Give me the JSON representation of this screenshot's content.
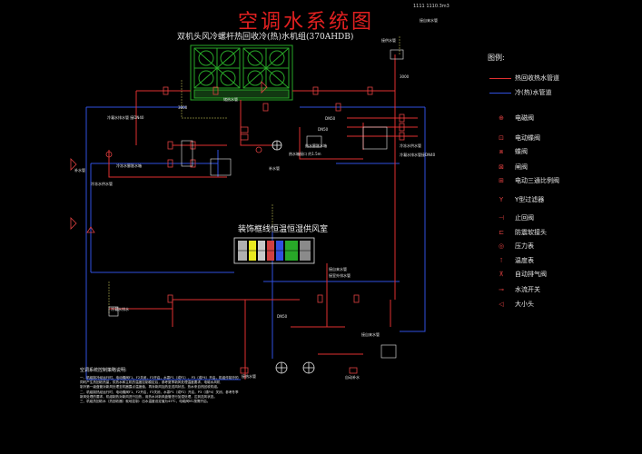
{
  "title": "空调水系统图",
  "subtitle": "双机头风冷螺杆热回收冷(热)水机组(370AHDB)",
  "corner_note": "1111 1110.3m3",
  "ahu_title": "装饰框线恒温恒湿供风室",
  "legend": {
    "heading": "图例:",
    "items": [
      {
        "icon": "line-red",
        "label": "热回收热水管道"
      },
      {
        "icon": "line-blue",
        "label": "冷(热)水管道"
      },
      {
        "icon": "solenoid-valve",
        "label": "电磁阀"
      },
      {
        "icon": "motorized-butterfly-valve",
        "label": "电动蝶阀"
      },
      {
        "icon": "butterfly-valve",
        "label": "蝶阀"
      },
      {
        "icon": "gate-valve",
        "label": "闸阀"
      },
      {
        "icon": "3way-valve",
        "label": "电动三通比例阀"
      },
      {
        "icon": "y-strainer",
        "label": "Y型过滤器"
      },
      {
        "icon": "check-valve",
        "label": "止回阀"
      },
      {
        "icon": "soft-joint",
        "label": "防震软接头"
      },
      {
        "icon": "pressure-gauge",
        "label": "压力表"
      },
      {
        "icon": "thermometer",
        "label": "温度表"
      },
      {
        "icon": "air-vent",
        "label": "自动排气阀"
      },
      {
        "icon": "flow-switch",
        "label": "水流开关"
      },
      {
        "icon": "reducer",
        "label": "大小头"
      }
    ]
  },
  "notes": {
    "heading": "空调系统控制策略说明:",
    "lines": [
      "一、机组制冷经运行时，电动蝶阀F1、F2关闭，F3开启，水泵P1（或P2）、P3（或P4）开启，机组作制冷的",
      "同时产生热回收热量，供热水和主机的温度控制稳定后，参考夏季新风处理温度要求，电磁水风机",
      "制冷第一级盘管对新风处理至机器露点温度值，再对新风加热至送风状态，热水来自热回收机组。",
      "二、机组制热经运行时，电动蝶阀F1、F2开启，F3关闭，水泵P1（或P2）开启，P3（或P4）关闭，参考冬季",
      "新风处理的要求，机组制热对新风进行加热，用热水对新风盘管进行加湿处理，达到送风状态。",
      "三、机组热回收水（热回收器）就地控制：出水温度设定值为45℃，电磁阀M1按需开启。"
    ]
  },
  "labels": {
    "chiller_left_1": "储热水管",
    "chiller_left_2": "3000",
    "top_right_1": "接供水管",
    "top_right_2": "3000",
    "top_right_3": "接自来水管",
    "left_tank": "冷凝水排水管 接DN40",
    "left_exp": "冷冻水膨胀水箱",
    "left_pipe": "补水管",
    "center_tank_1": "DN50",
    "center_tank_2": "热水膨胀水箱",
    "center_tank_3": "热水箱接口 约1.5m",
    "center_rec": "补水管",
    "center_right": "DN50",
    "right_pipe": "冷冻水供水管",
    "right_pipe2": "冷凝水排水管接DN40",
    "left_branch": "冷冻水供水管",
    "ahu_right_1": "接自来水管",
    "ahu_right_2": "接室外排水管",
    "ahu_down": "DN50",
    "drain_left": "冷凝水排水",
    "pump_label": "接热水管",
    "bottom_1": "接自来水管",
    "bottom_2": "自动补水"
  },
  "colors": {
    "background": "#000000",
    "hot_recovery_pipe": "#e03030",
    "chilled_hot_pipe": "#3050e0",
    "chiller_units": "#28a828",
    "title": "#e02020",
    "symbol": "#e04040"
  }
}
